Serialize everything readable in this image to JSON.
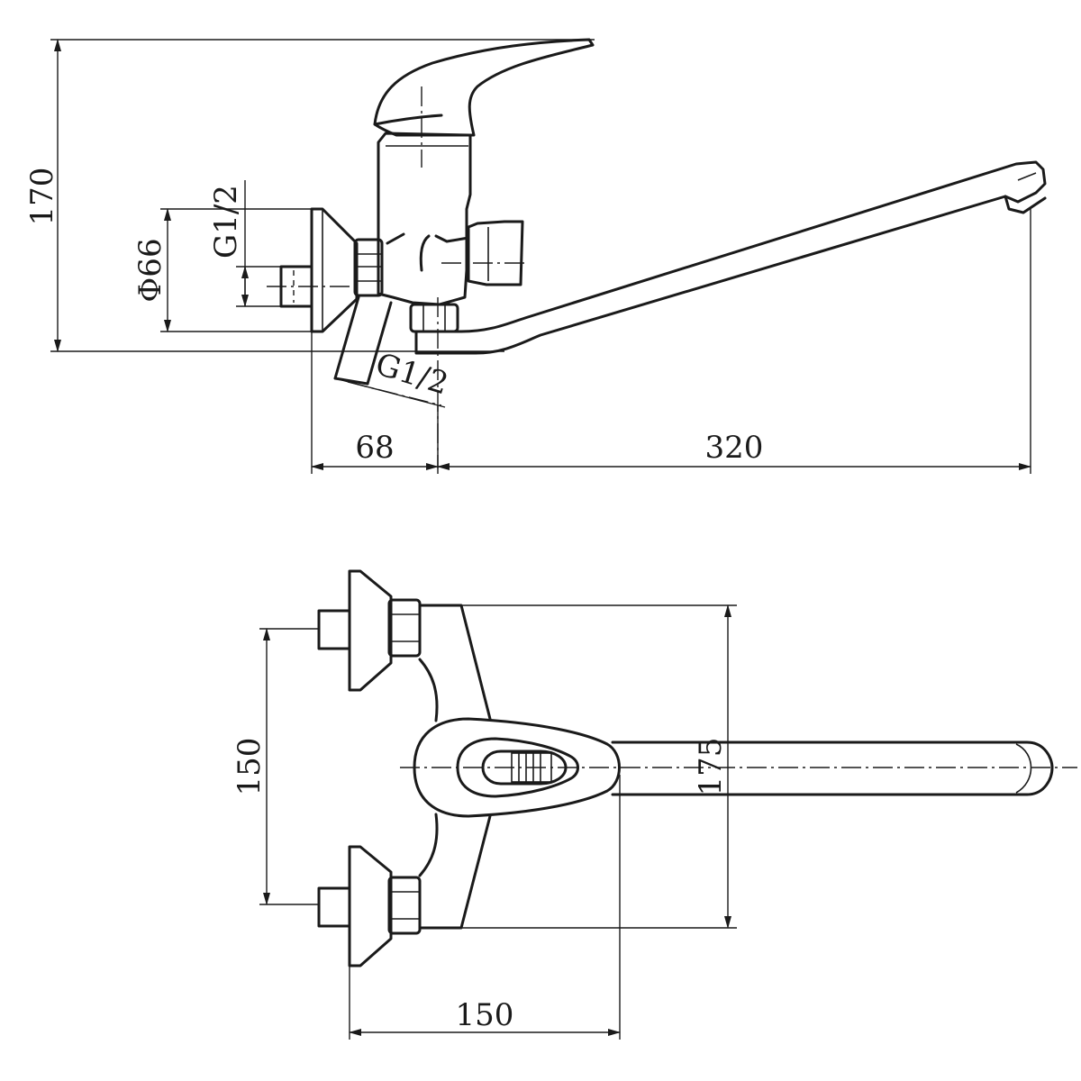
{
  "side_view": {
    "height_label": "170",
    "diameter_label": "Φ66",
    "inlet_thread_label": "G1/2",
    "outlet_thread_label": "G1/2",
    "depth_label": "68",
    "spout_reach_label": "320"
  },
  "top_view": {
    "inlet_spacing_label": "150",
    "body_width_label": "175",
    "body_depth_label": "150"
  }
}
